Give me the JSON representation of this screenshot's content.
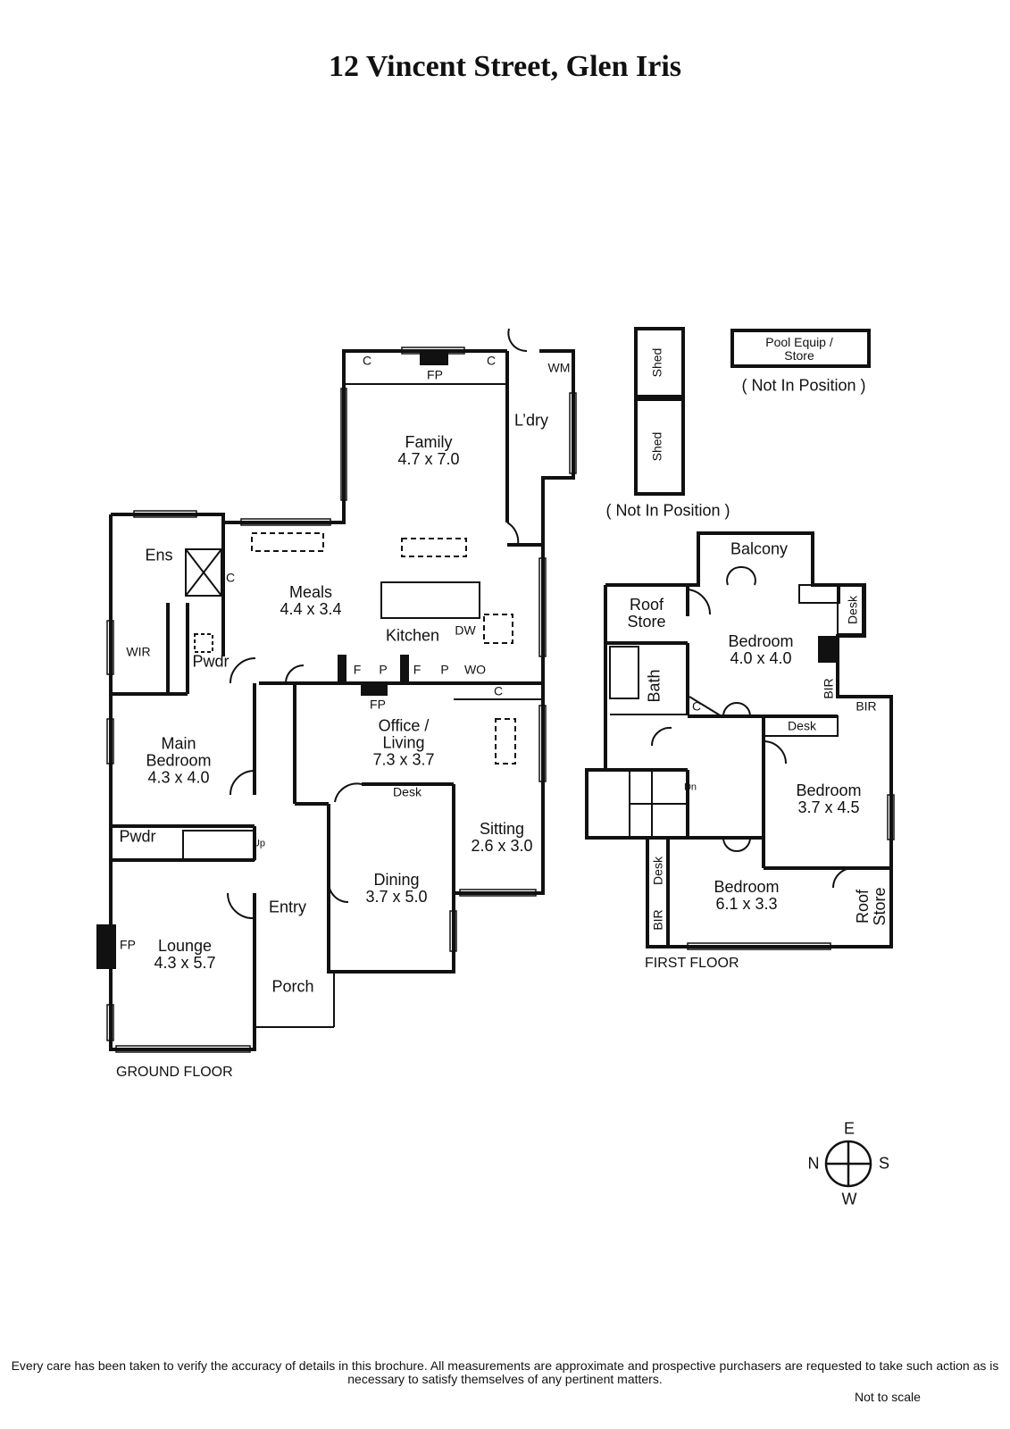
{
  "title": "12 Vincent Street, Glen Iris",
  "ground_floor": {
    "label": "GROUND FLOOR",
    "rooms": {
      "family": {
        "name": "Family",
        "size": "4.7 x 7.0"
      },
      "meals": {
        "name": "Meals",
        "size": "4.4 x 3.4"
      },
      "kitchen": {
        "name": "Kitchen"
      },
      "laundry": {
        "name": "L’dry"
      },
      "ens": {
        "name": "Ens"
      },
      "wir": {
        "name": "WIR"
      },
      "pwdr1": {
        "name": "Pwdr"
      },
      "pwdr2": {
        "name": "Pwdr"
      },
      "main_bedroom": {
        "name": "Main Bedroom",
        "size": "4.3 x 4.0"
      },
      "office": {
        "name": "Office / Living",
        "size": "7.3 x 3.7"
      },
      "sitting": {
        "name": "Sitting",
        "size": "2.6 x 3.0"
      },
      "dining": {
        "name": "Dining",
        "size": "3.7 x 5.0"
      },
      "entry": {
        "name": "Entry"
      },
      "porch": {
        "name": "Porch"
      },
      "lounge": {
        "name": "Lounge",
        "size": "4.3 x 5.7"
      }
    },
    "fixtures": {
      "c1": "C",
      "c2": "C",
      "fp_family": "FP",
      "wm": "WM",
      "c_meals": "C",
      "dw": "DW",
      "f1": "F",
      "p1": "P",
      "f2": "F",
      "p2": "P",
      "wo": "WO",
      "fp_office": "FP",
      "c_kitchen": "C",
      "desk": "Desk",
      "up": "Up",
      "fp_lounge": "FP"
    }
  },
  "first_floor": {
    "label": "FIRST FLOOR",
    "rooms": {
      "balcony": {
        "name": "Balcony"
      },
      "roof_store1": {
        "name": "Roof Store"
      },
      "bedroom1": {
        "name": "Bedroom",
        "size": "4.0 x 4.0"
      },
      "bath": {
        "name": "Bath"
      },
      "bedroom2": {
        "name": "Bedroom",
        "size": "3.7 x 4.5"
      },
      "bedroom3": {
        "name": "Bedroom",
        "size": "6.1 x 3.3"
      },
      "roof_store2": {
        "name": "Roof Store"
      }
    },
    "fixtures": {
      "desk1": "Desk",
      "bir1": "BIR",
      "bir2": "BIR",
      "desk2": "Desk",
      "c": "C",
      "dn": "Dn",
      "desk3": "Desk",
      "bir3": "BIR"
    }
  },
  "outbuildings": {
    "shed1": "Shed",
    "shed2": "Shed",
    "pool": "Pool Equip / Store",
    "not_in_position_1": "( Not In Position )",
    "not_in_position_2": "( Not In Position )"
  },
  "compass": {
    "n": "N",
    "e": "E",
    "s": "S",
    "w": "W"
  },
  "disclaimer": "Every care has been taken to verify the accuracy of details in this brochure.  All measurements are approximate and prospective purchasers are requested to take such action as is necessary to satisfy themselves of any pertinent matters.",
  "not_to_scale": "Not to scale"
}
